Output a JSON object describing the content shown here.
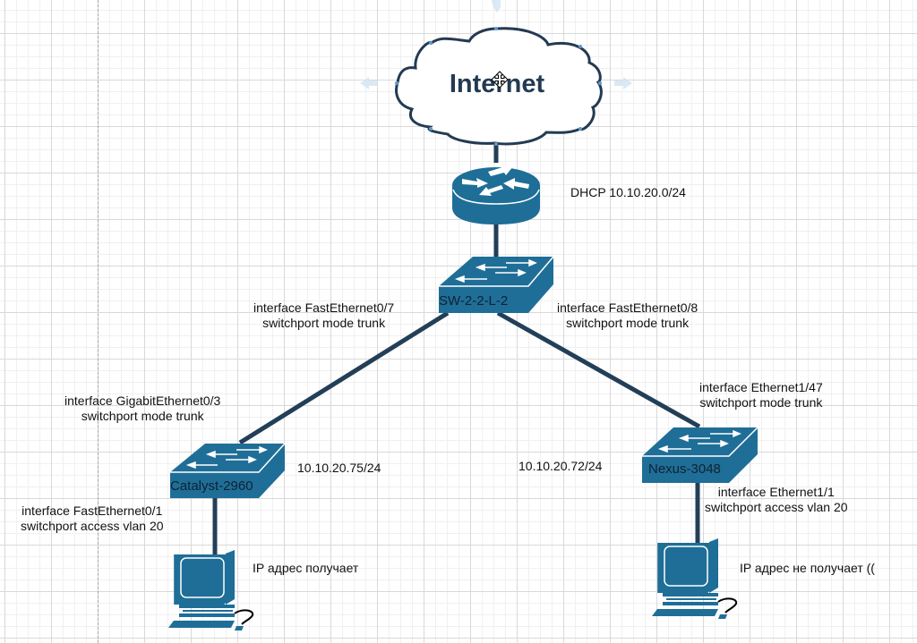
{
  "colors": {
    "device": "#1f6e97",
    "link": "#233f58",
    "cloud_stroke": "#243a52",
    "handle": "#7fb3da"
  },
  "cloud": {
    "label": "Internet",
    "icon": "cloud-icon"
  },
  "router": {
    "icon": "router-icon",
    "note": "DHCP 10.10.20.0/24"
  },
  "core_switch": {
    "name": "SW-2-2-L-2",
    "left_port": [
      "interface FastEthernet0/7",
      "switchport mode trunk"
    ],
    "right_port": [
      "interface FastEthernet0/8",
      "switchport mode trunk"
    ]
  },
  "catalyst": {
    "name": "Catalyst-2960",
    "ip": "10.10.20.75/24",
    "uplink_port": [
      "interface GigabitEthernet0/3",
      "switchport mode trunk"
    ],
    "access_port": [
      "interface FastEthernet0/1",
      "switchport access vlan 20"
    ]
  },
  "nexus": {
    "name": "Nexus-3048",
    "ip": "10.10.20.72/24",
    "uplink_port": [
      "interface Ethernet1/47",
      "switchport mode trunk"
    ],
    "access_port": [
      "interface Ethernet1/1",
      "switchport access vlan 20"
    ]
  },
  "pc_left": {
    "icon": "computer-icon",
    "status": "IP адрес получает"
  },
  "pc_right": {
    "icon": "computer-icon",
    "status": "IP адрес не получает (("
  }
}
